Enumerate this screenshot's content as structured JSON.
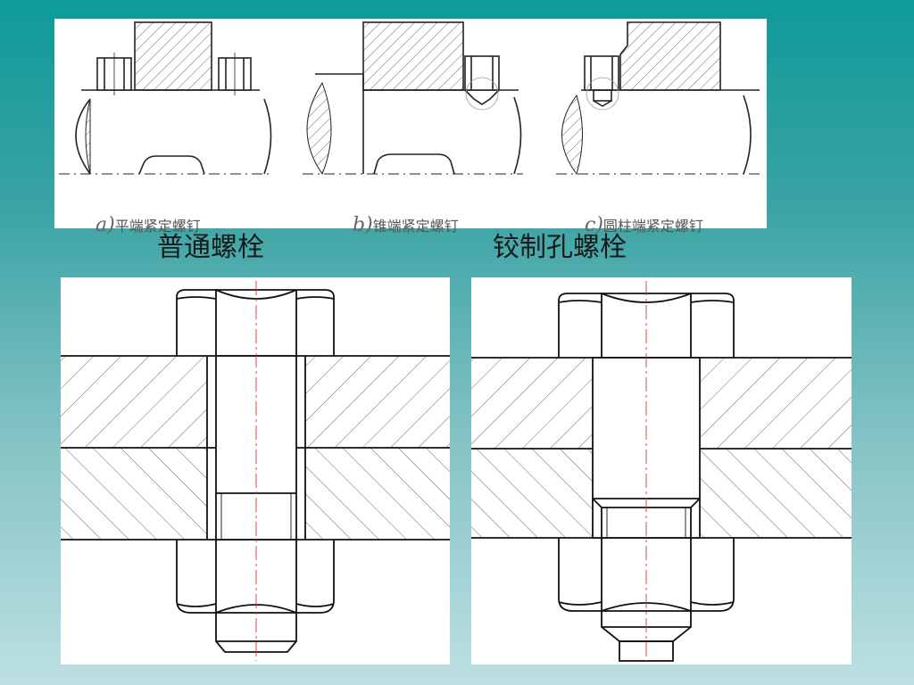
{
  "setscrew": {
    "a": {
      "letter": "a)",
      "text": "平端紧定螺钉"
    },
    "b": {
      "letter": "b)",
      "text": "锥端紧定螺钉"
    },
    "c": {
      "letter": "c)",
      "text": "圆柱端紧定螺钉"
    }
  },
  "captions": {
    "ordinary_bolt": "普通螺栓",
    "reamed_bolt": "铰制孔螺栓"
  }
}
